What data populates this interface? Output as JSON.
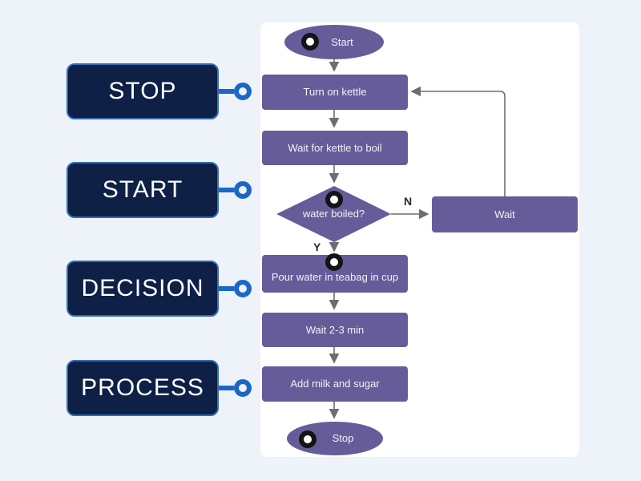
{
  "labels": [
    {
      "id": "stop",
      "text": "STOP"
    },
    {
      "id": "start",
      "text": "START"
    },
    {
      "id": "decision",
      "text": "DECISION"
    },
    {
      "id": "process",
      "text": "PROCESS"
    }
  ],
  "flowchart": {
    "nodes": {
      "start": "Start",
      "turn_on_kettle": "Turn on kettle",
      "wait_for_boil": "Wait for kettle to boil",
      "decision": "water boiled?",
      "wait": "Wait",
      "pour": "Pour water in teabag in cup",
      "wait_2_3": "Wait 2-3 min",
      "add_milk": "Add milk and sugar",
      "stop": "Stop"
    },
    "branch_no": "N",
    "branch_yes": "Y"
  },
  "colors": {
    "node_purple": "#665c99",
    "label_navy": "#0e2045",
    "connector_blue": "#1b67c6",
    "line_gray": "#6e6e6e",
    "marker_black": "#141414",
    "page_background": "#eef2f9",
    "panel_background": "#ffffff"
  }
}
